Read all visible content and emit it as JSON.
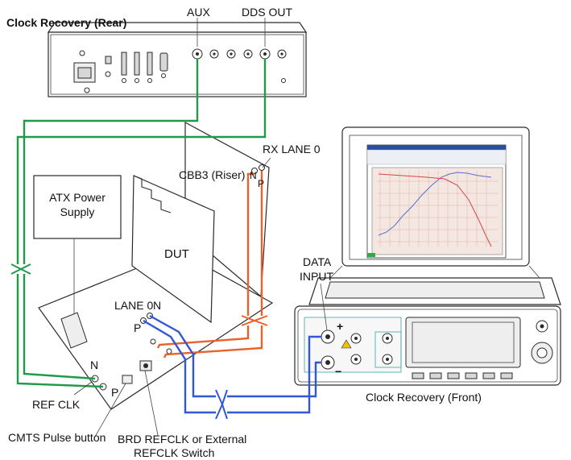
{
  "labels": {
    "clock_recovery_rear": "Clock Recovery (Rear)",
    "aux": "AUX",
    "dds_out": "DDS OUT",
    "rx_lane0": "RX LANE 0",
    "cbb3": "CBB3 (Riser)",
    "atx_line1": "ATX Power",
    "atx_line2": "Supply",
    "dut": "DUT",
    "lane0": "LANE 0",
    "n_lane": "N",
    "p_lane": "P",
    "n_rx": "N",
    "p_rx": "P",
    "n_ref": "N",
    "p_ref": "P",
    "ref_clk": "REF CLK",
    "cmts_pulse": "CMTS Pulse button",
    "brd_line1": "BRD REFCLK or External",
    "brd_line2": "REFCLK Switch",
    "data_input_line1": "DATA",
    "data_input_line2": "INPUT",
    "clock_recovery_front": "Clock Recovery (Front)",
    "plus": "+",
    "minus": "−"
  },
  "colors": {
    "green_cable": "#1f9a4a",
    "orange_cable": "#e9622a",
    "blue_cable": "#2f57d8",
    "screen_bg": "#ffffff",
    "plot_bg": "#f4e6e0",
    "teal_accent": "#3aa6a0"
  }
}
